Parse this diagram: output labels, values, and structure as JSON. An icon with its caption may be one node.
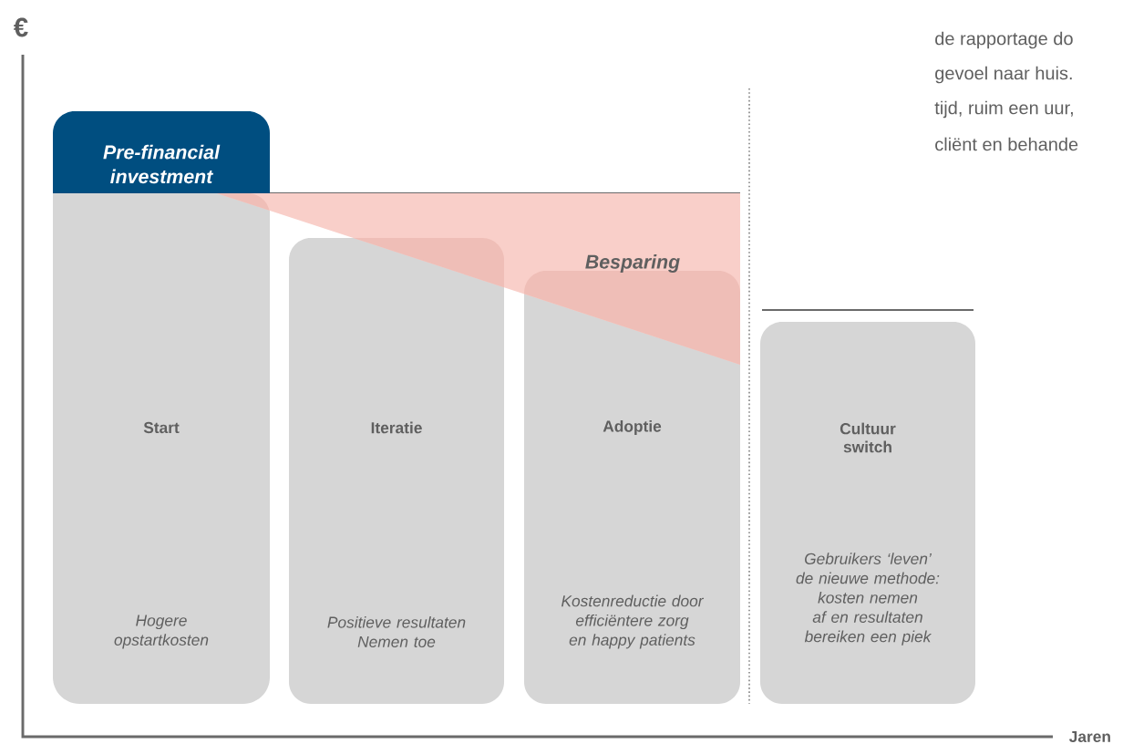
{
  "diagram": {
    "nodes": [
      {
        "text": [
          "Pre-financial investment"
        ]
      },
      {
        "text": [
          "Start",
          "Hogere opstartkosten"
        ]
      },
      {
        "text": [
          "Iteratie",
          "Positieve resultaten Nemen toe"
        ]
      },
      {
        "text": [
          "Adoptie",
          "Kostenreductie door efficiëntere zorg en happy patients"
        ]
      },
      {
        "text": [
          "Cultuur switch",
          "Gebruikers ‘leven’ de nieuwe methode: kosten nemen af en resultaten bereiken een piek"
        ]
      },
      {
        "text": [
          "Besparing"
        ]
      }
    ],
    "labels": [
      "€",
      "Jaren",
      "de rapportage do",
      "gevoel naar huis.",
      "tijd, ruim een uur,",
      "cliënt en behande"
    ]
  }
}
